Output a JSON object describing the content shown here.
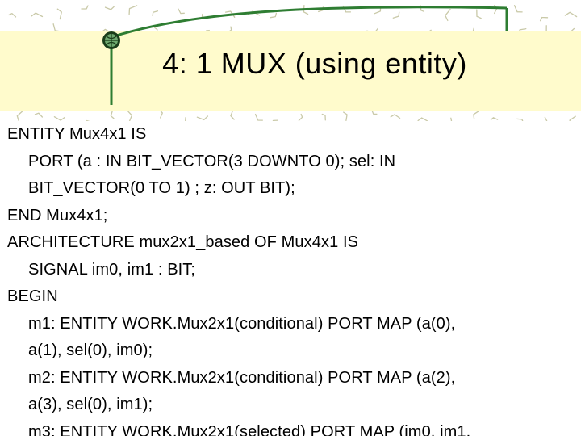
{
  "title": "4: 1 MUX (using entity)",
  "colors": {
    "title_band": "#fffbcc",
    "accent_green": "#2e7d32",
    "bullet_dark": "#1a3d1a"
  },
  "icons": [
    "globe-bullet-icon",
    "decorative-swoosh-line"
  ],
  "code_lines": [
    "ENTITY Mux4x1 IS",
    "PORT (a : IN BIT_VECTOR(3 DOWNTO 0); sel: IN",
    "BIT_VECTOR(0 TO 1) ; z: OUT BIT);",
    "END Mux4x1;",
    "ARCHITECTURE mux2x1_based OF Mux4x1 IS",
    "SIGNAL im0, im1 : BIT;",
    "BEGIN",
    "m1: ENTITY WORK.Mux2x1(conditional) PORT MAP (a(0),",
    "a(1), sel(0), im0);",
    "m2: ENTITY WORK.Mux2x1(conditional) PORT MAP (a(2),",
    "a(3), sel(0), im1);",
    "m3: ENTITY WORK.Mux2x1(selected) PORT MAP (im0, im1,"
  ]
}
